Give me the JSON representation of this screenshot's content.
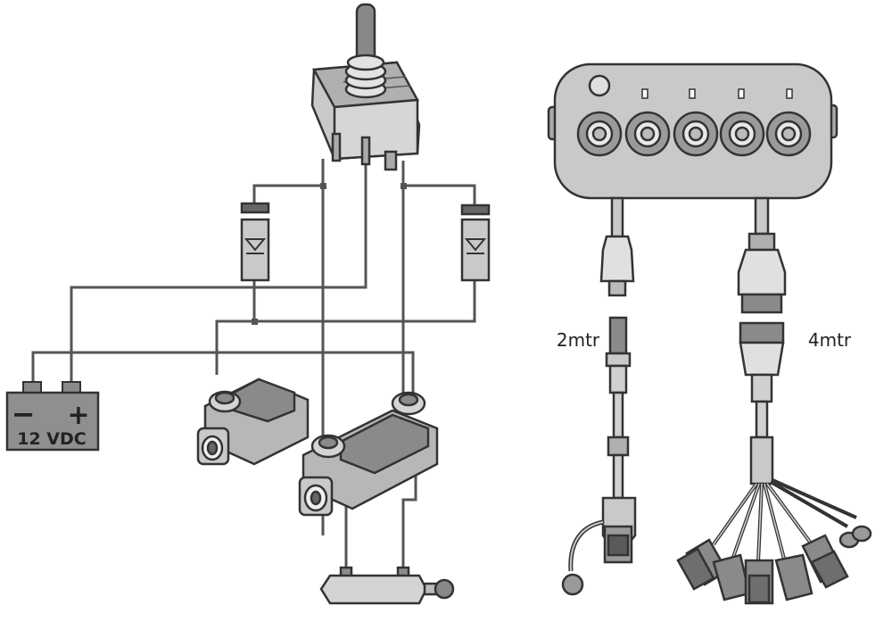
{
  "battery": {
    "label": "12 VDC",
    "minus_symbol": "−",
    "plus_symbol": "+"
  },
  "cables": {
    "left_length": "2mtr",
    "right_length": "4mtr"
  },
  "components": {
    "switch": "toggle-switch-icon",
    "diodes": "diode-icon",
    "valves": "solenoid-valve-icon",
    "cylinder": "pneumatic-cylinder-icon",
    "control_box": "control-box-icon",
    "connectors": "connector-plug-icon"
  },
  "colors": {
    "outline": "#333333",
    "body": "#c9c9c9",
    "dark": "#8a8a8a",
    "wire": "#555555"
  }
}
